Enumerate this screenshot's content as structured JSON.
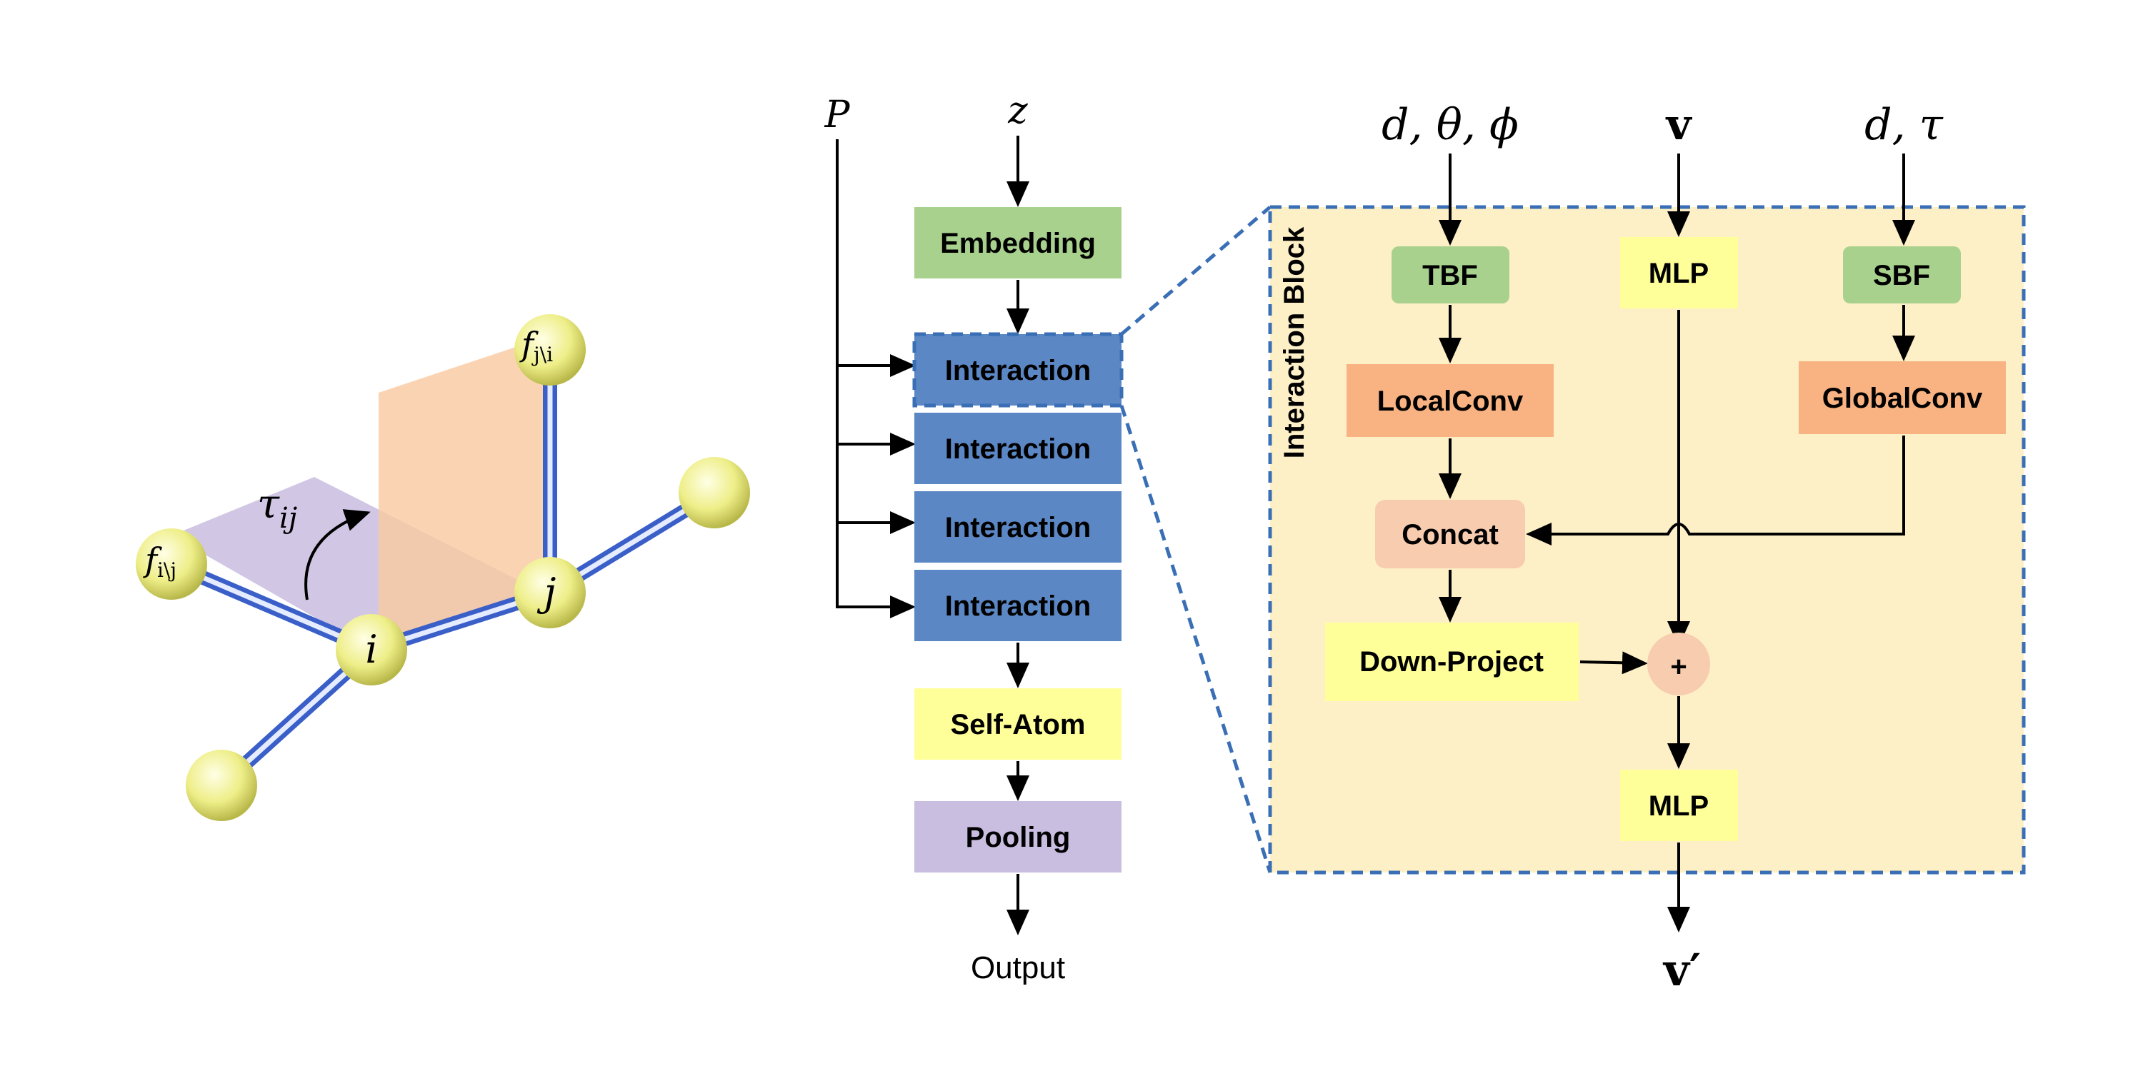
{
  "molecule": {
    "nodes": {
      "i": "i",
      "j": "j",
      "f_i_main": "f",
      "f_i_sub": "i\\j",
      "f_j_main": "f",
      "f_j_sub": "j\\i"
    },
    "torsion": {
      "main": "τ",
      "sub": "ij"
    }
  },
  "pipeline": {
    "input_p": "P",
    "input_z": "z",
    "embedding": "Embedding",
    "interactions": [
      "Interaction",
      "Interaction",
      "Interaction",
      "Interaction"
    ],
    "self_atom": "Self-Atom",
    "pooling": "Pooling",
    "output": "Output"
  },
  "interaction_block": {
    "title": "Interaction Block",
    "input_left": "d, θ, ϕ",
    "input_mid": "v",
    "input_right": "d, τ",
    "tbf": "TBF",
    "mlp_top": "MLP",
    "sbf": "SBF",
    "local_conv": "LocalConv",
    "global_conv": "GlobalConv",
    "concat": "Concat",
    "down_project": "Down-Project",
    "plus": "+",
    "mlp_bottom": "MLP",
    "output": "v′"
  },
  "colors": {
    "embedding": "#a9d18e",
    "interaction": "#5b87c5",
    "yellow_box": "#ffff99",
    "pooling": "#c9bde0",
    "block_bg": "#fdefc6",
    "block_border": "#3a6fb5",
    "tbf_sbf": "#a9d18e",
    "conv": "#f9b382",
    "concat": "#f7ccaf"
  }
}
